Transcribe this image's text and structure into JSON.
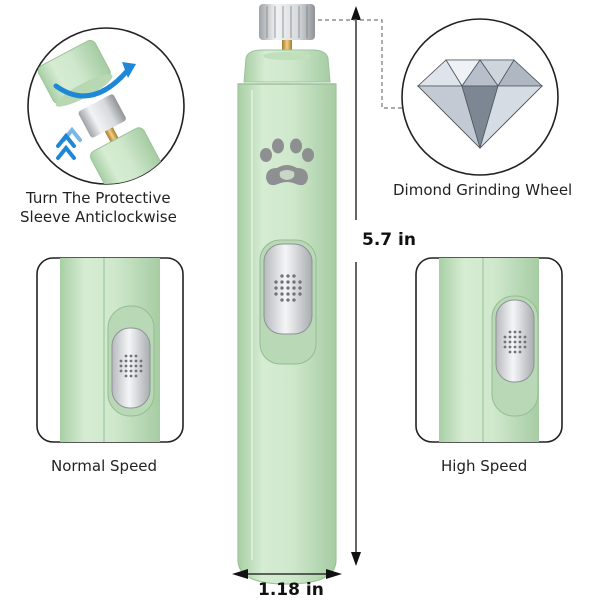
{
  "callouts": {
    "protective_sleeve": [
      "Turn The Protective",
      "Sleeve Anticlockwise"
    ],
    "grinding_wheel": "Dimond Grinding Wheel",
    "normal_speed": "Normal Speed",
    "high_speed": "High Speed"
  },
  "dimensions": {
    "height": "5.7 in",
    "width": "1.18 in"
  },
  "icons": [
    "paw-print-icon",
    "rotate-arrow-icon",
    "double-chevron-up-icon",
    "diamond-icon"
  ],
  "colors": {
    "body_mint": "#cfe8cc",
    "body_shadow": "#a9cfa6",
    "button_silver": "#d9dcde",
    "arrow_blue": "#1e88d6",
    "paw_gray": "#8d8f91"
  },
  "speed_switch": {
    "normal_position": "low",
    "high_position": "high"
  }
}
